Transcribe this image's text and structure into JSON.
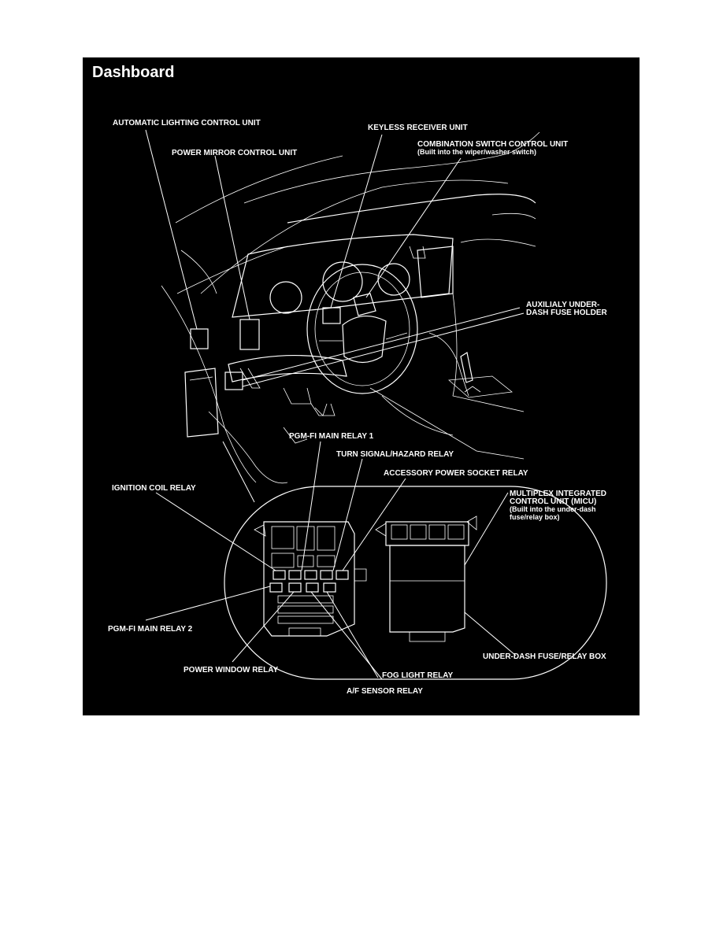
{
  "figure": {
    "title": "Dashboard",
    "labels": {
      "automatic_lighting": "AUTOMATIC LIGHTING CONTROL UNIT",
      "power_mirror": "POWER MIRROR CONTROL UNIT",
      "keyless_receiver": "KEYLESS RECEIVER UNIT",
      "combination_switch": "COMBINATION SWITCH CONTROL UNIT",
      "combination_switch_note": "(Built into the wiper/washer switch)",
      "auxiliary_fuse_line1": "AUXILIALY UNDER-",
      "auxiliary_fuse_line2": "DASH FUSE HOLDER",
      "pgm_fi_relay_1": "PGM-FI MAIN RELAY 1",
      "turn_signal_relay": "TURN SIGNAL/HAZARD RELAY",
      "accessory_socket_relay": "ACCESSORY POWER SOCKET RELAY",
      "ignition_coil_relay": "IGNITION COIL RELAY",
      "micu_line1": "MULTIPLEX INTEGRATED",
      "micu_line2": "CONTROL UNIT (MICU)",
      "micu_note_line1": "(Built into the under-dash",
      "micu_note_line2": "fuse/relay box)",
      "pgm_fi_relay_2": "PGM-FI MAIN RELAY 2",
      "under_dash_box": "UNDER-DASH FUSE/RELAY BOX",
      "power_window_relay": "POWER WINDOW RELAY",
      "fog_light_relay": "FOG LIGHT RELAY",
      "af_sensor_relay": "A/F SENSOR RELAY"
    }
  }
}
